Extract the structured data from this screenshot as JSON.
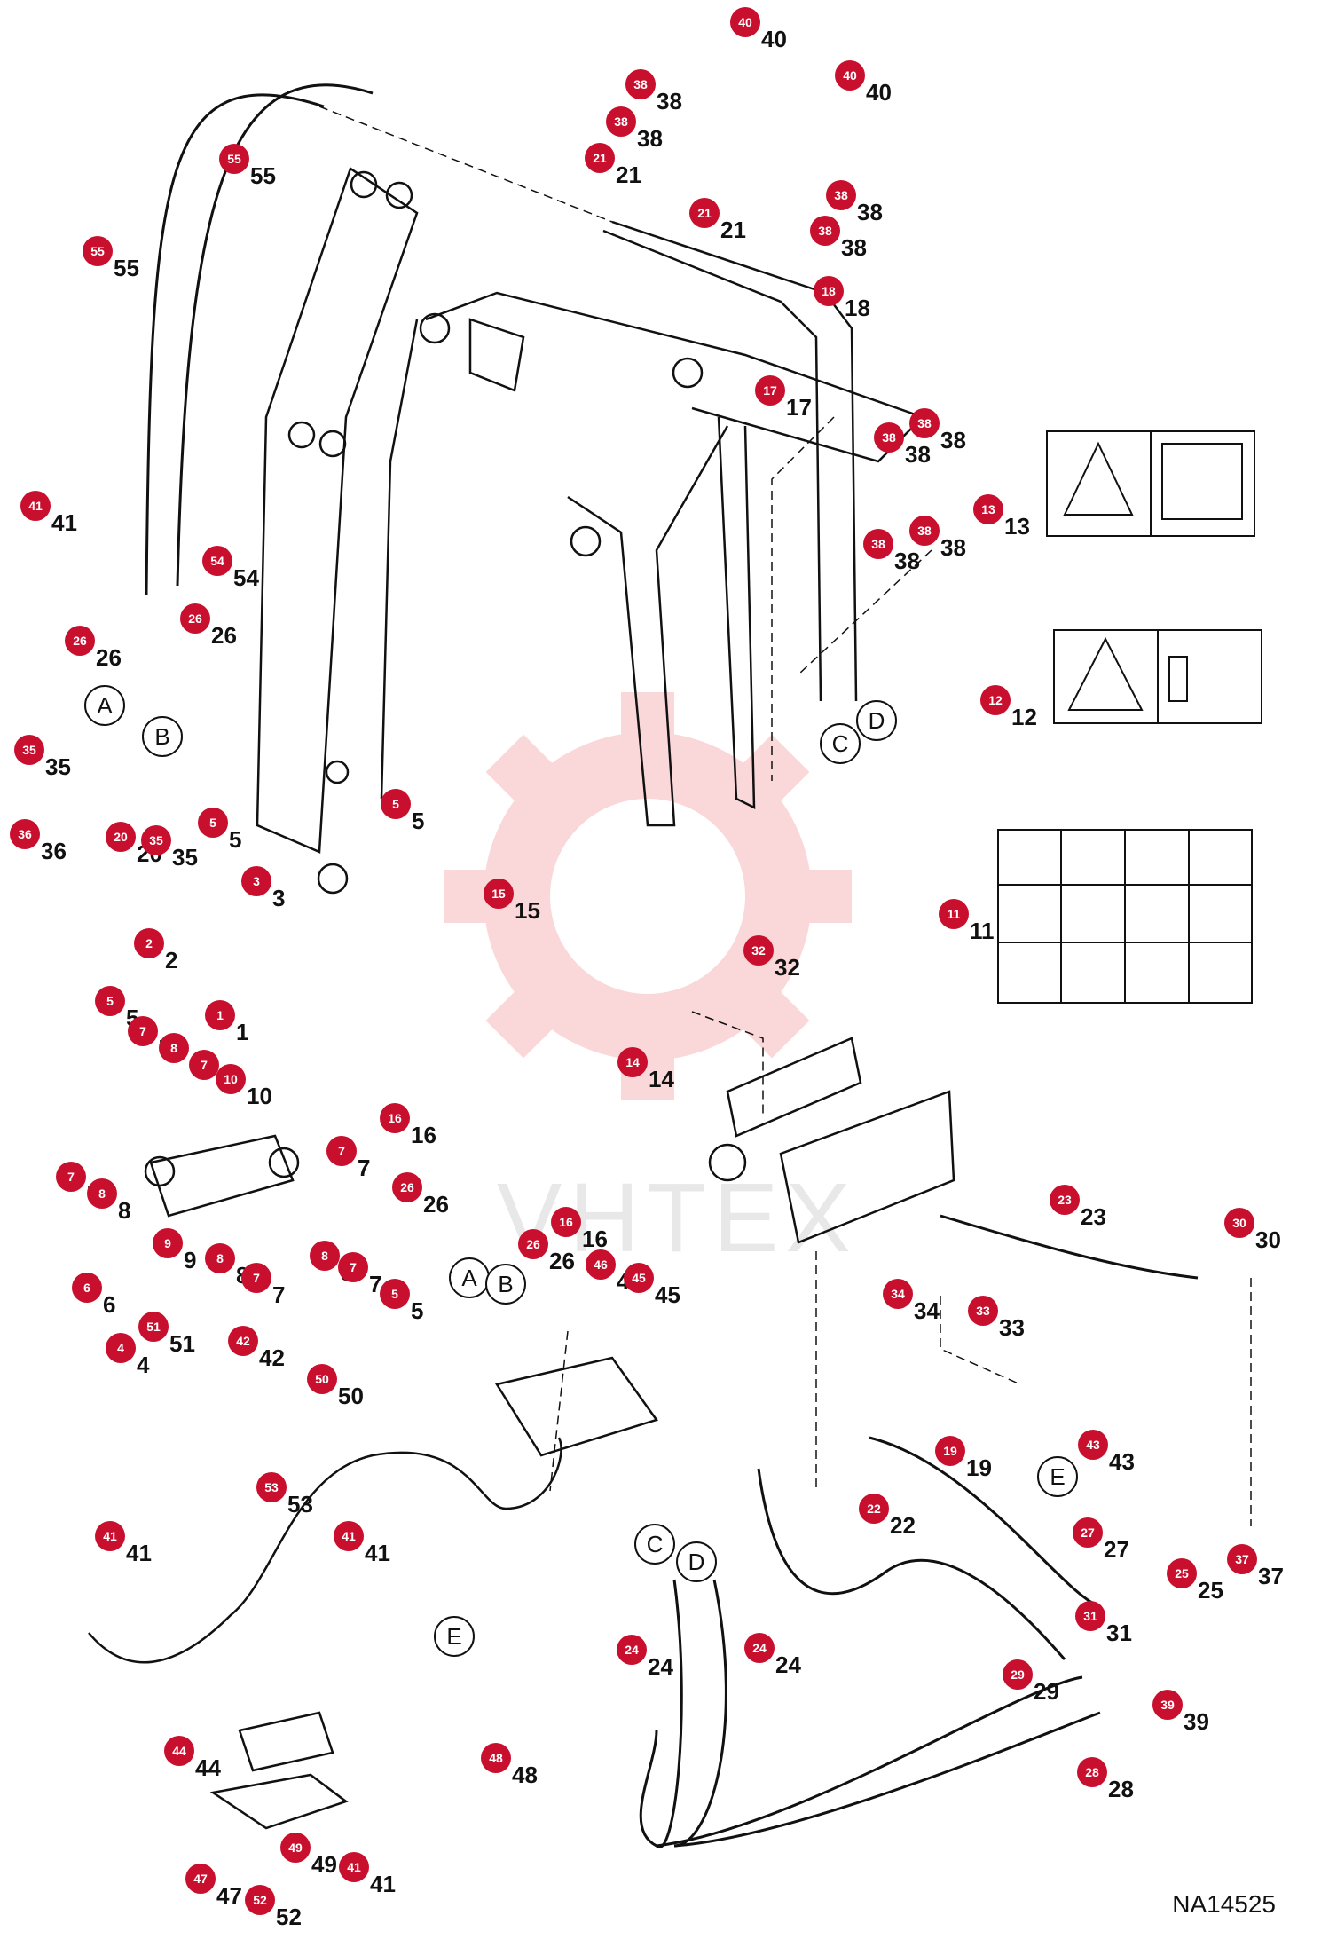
{
  "drawing_id": "NA14525",
  "watermark_text": "VHTEX",
  "marker_color": "#c8102e",
  "letter_circles": [
    "A",
    "B",
    "C",
    "D",
    "E"
  ],
  "callouts": [
    {
      "n": "40"
    },
    {
      "n": "40"
    },
    {
      "n": "38"
    },
    {
      "n": "38"
    },
    {
      "n": "21"
    },
    {
      "n": "21"
    },
    {
      "n": "38"
    },
    {
      "n": "38"
    },
    {
      "n": "18"
    },
    {
      "n": "17"
    },
    {
      "n": "38"
    },
    {
      "n": "38"
    },
    {
      "n": "38"
    },
    {
      "n": "38"
    },
    {
      "n": "13"
    },
    {
      "n": "12"
    },
    {
      "n": "11"
    },
    {
      "n": "55"
    },
    {
      "n": "55"
    },
    {
      "n": "41"
    },
    {
      "n": "54"
    },
    {
      "n": "26"
    },
    {
      "n": "26"
    },
    {
      "n": "35"
    },
    {
      "n": "36"
    },
    {
      "n": "20"
    },
    {
      "n": "35"
    },
    {
      "n": "5"
    },
    {
      "n": "5"
    },
    {
      "n": "3"
    },
    {
      "n": "15"
    },
    {
      "n": "2"
    },
    {
      "n": "1"
    },
    {
      "n": "5"
    },
    {
      "n": "7"
    },
    {
      "n": "8"
    },
    {
      "n": "7"
    },
    {
      "n": "10"
    },
    {
      "n": "14"
    },
    {
      "n": "16"
    },
    {
      "n": "7"
    },
    {
      "n": "7"
    },
    {
      "n": "8"
    },
    {
      "n": "9"
    },
    {
      "n": "8"
    },
    {
      "n": "7"
    },
    {
      "n": "8"
    },
    {
      "n": "7"
    },
    {
      "n": "5"
    },
    {
      "n": "6"
    },
    {
      "n": "26"
    },
    {
      "n": "16"
    },
    {
      "n": "26"
    },
    {
      "n": "46"
    },
    {
      "n": "45"
    },
    {
      "n": "32"
    },
    {
      "n": "23"
    },
    {
      "n": "30"
    },
    {
      "n": "34"
    },
    {
      "n": "33"
    },
    {
      "n": "4"
    },
    {
      "n": "51"
    },
    {
      "n": "42"
    },
    {
      "n": "50"
    },
    {
      "n": "53"
    },
    {
      "n": "19"
    },
    {
      "n": "43"
    },
    {
      "n": "22"
    },
    {
      "n": "27"
    },
    {
      "n": "25"
    },
    {
      "n": "37"
    },
    {
      "n": "31"
    },
    {
      "n": "41"
    },
    {
      "n": "41"
    },
    {
      "n": "24"
    },
    {
      "n": "24"
    },
    {
      "n": "29"
    },
    {
      "n": "39"
    },
    {
      "n": "44"
    },
    {
      "n": "48"
    },
    {
      "n": "28"
    },
    {
      "n": "47"
    },
    {
      "n": "49"
    },
    {
      "n": "41"
    },
    {
      "n": "52"
    }
  ]
}
